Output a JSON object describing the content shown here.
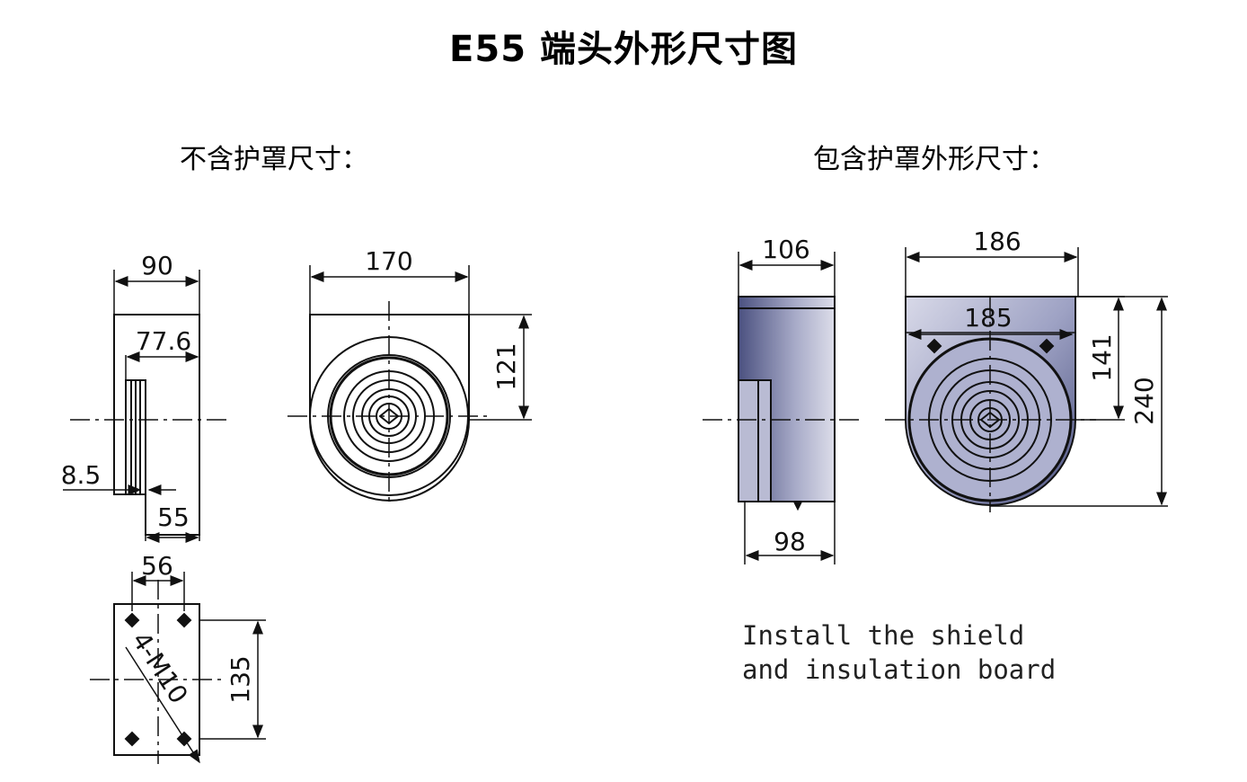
{
  "title": "E55 端头外形尺寸图",
  "sections": {
    "without_shield": "不含护罩尺寸：",
    "with_shield": "包含护罩外形尺寸："
  },
  "dimensions": {
    "side_width": "90",
    "side_inner": "77.6",
    "side_offset": "8.5",
    "side_bottom": "55",
    "front_width": "170",
    "front_height": "121",
    "mount_width": "56",
    "mount_height": "135",
    "mount_holes": "4-M10",
    "shield_side_top": "106",
    "shield_side_bottom": "98",
    "shield_front_top": "186",
    "shield_front_inner": "185",
    "shield_front_h1": "141",
    "shield_front_h2": "240"
  },
  "note": {
    "line1": "Install the shield",
    "line2": "and insulation board"
  },
  "colors": {
    "shield_fill_dark": "#4e5480",
    "shield_fill_light": "#c9cbe0",
    "line": "#111111"
  }
}
